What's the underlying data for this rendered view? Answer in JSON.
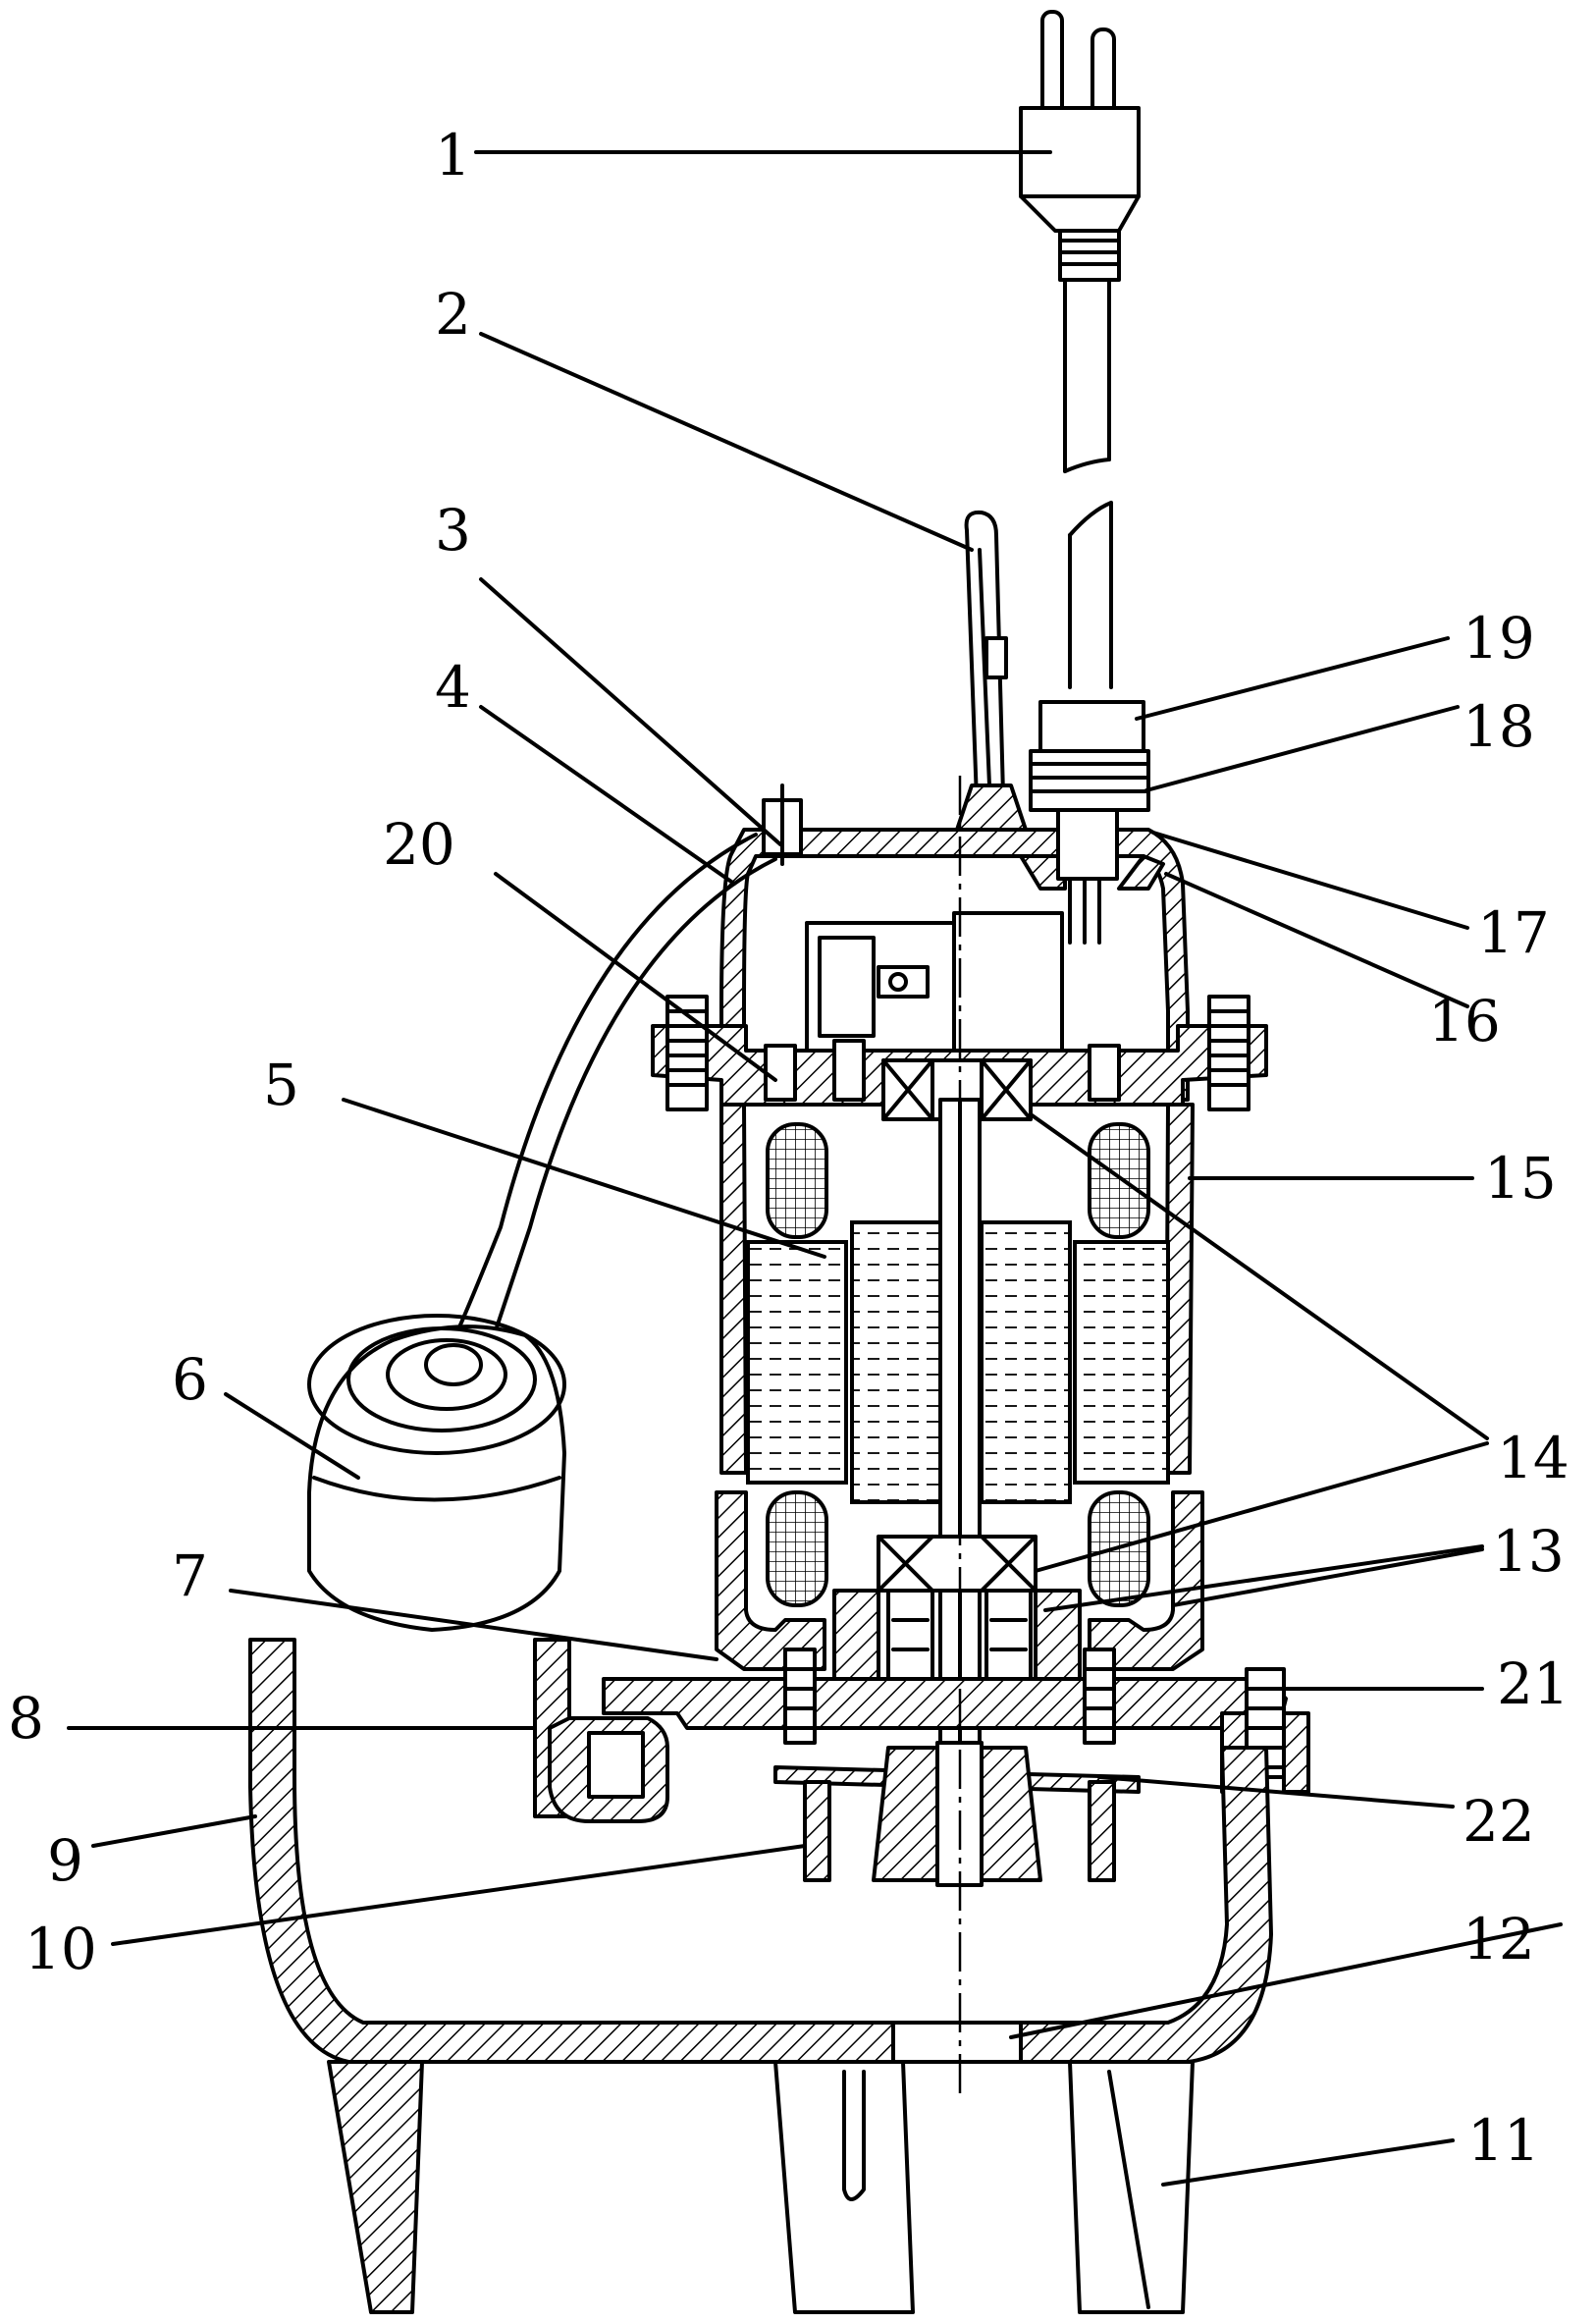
{
  "figure": {
    "callouts": [
      {
        "id": "1",
        "text": "1"
      },
      {
        "id": "2",
        "text": "2"
      },
      {
        "id": "3",
        "text": "3"
      },
      {
        "id": "4",
        "text": "4"
      },
      {
        "id": "5",
        "text": "5"
      },
      {
        "id": "6",
        "text": "6"
      },
      {
        "id": "7",
        "text": "7"
      },
      {
        "id": "8",
        "text": "8"
      },
      {
        "id": "9",
        "text": "9"
      },
      {
        "id": "10",
        "text": "10"
      },
      {
        "id": "11",
        "text": "11"
      },
      {
        "id": "12",
        "text": "12"
      },
      {
        "id": "13",
        "text": "13"
      },
      {
        "id": "14",
        "text": "14"
      },
      {
        "id": "15",
        "text": "15"
      },
      {
        "id": "16",
        "text": "16"
      },
      {
        "id": "17",
        "text": "17"
      },
      {
        "id": "18",
        "text": "18"
      },
      {
        "id": "19",
        "text": "19"
      },
      {
        "id": "20",
        "text": "20"
      },
      {
        "id": "21",
        "text": "21"
      },
      {
        "id": "22",
        "text": "22"
      }
    ],
    "colors": {
      "ink": "#000000",
      "paper": "#ffffff"
    }
  }
}
